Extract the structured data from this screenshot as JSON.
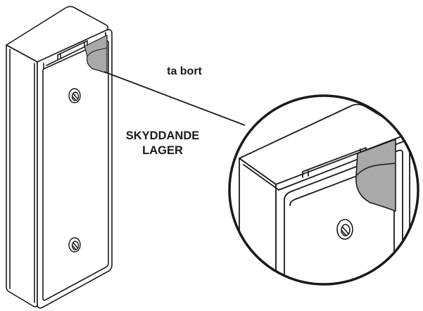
{
  "diagram": {
    "callout_remove": "ta bort",
    "callout_layer_line1": "SKYDDANDE",
    "callout_layer_line2": "LAGER"
  },
  "colors": {
    "stroke": "#1a1a1a",
    "film": "#a9a9a9",
    "background": "#ffffff"
  }
}
